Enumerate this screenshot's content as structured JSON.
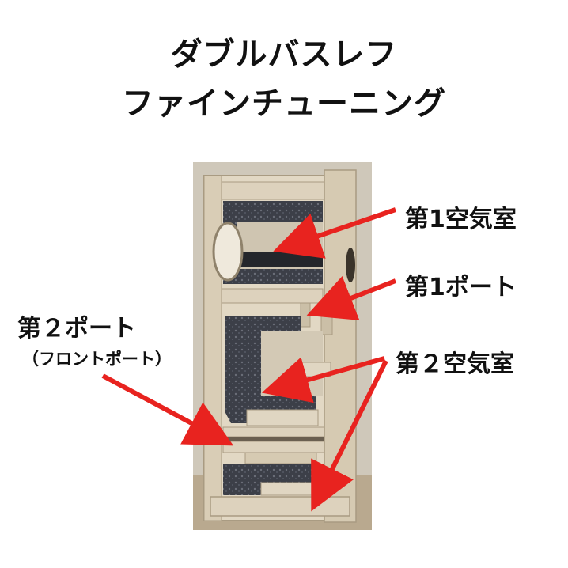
{
  "title": {
    "line1": "ダブルバスレフ",
    "line2": "ファインチューニング"
  },
  "labels": {
    "chamber1": "第1空気室",
    "port1": "第1ポート",
    "chamber2": "第２空気室",
    "port2": "第２ポート",
    "port2_sub": "（フロントポート）"
  },
  "colors": {
    "arrow": "#e8231f",
    "mdf": "#d8cdb8",
    "mdf_dark": "#bdb099",
    "felt": "#3c3f48",
    "background_photo": "#c9c2b4"
  }
}
